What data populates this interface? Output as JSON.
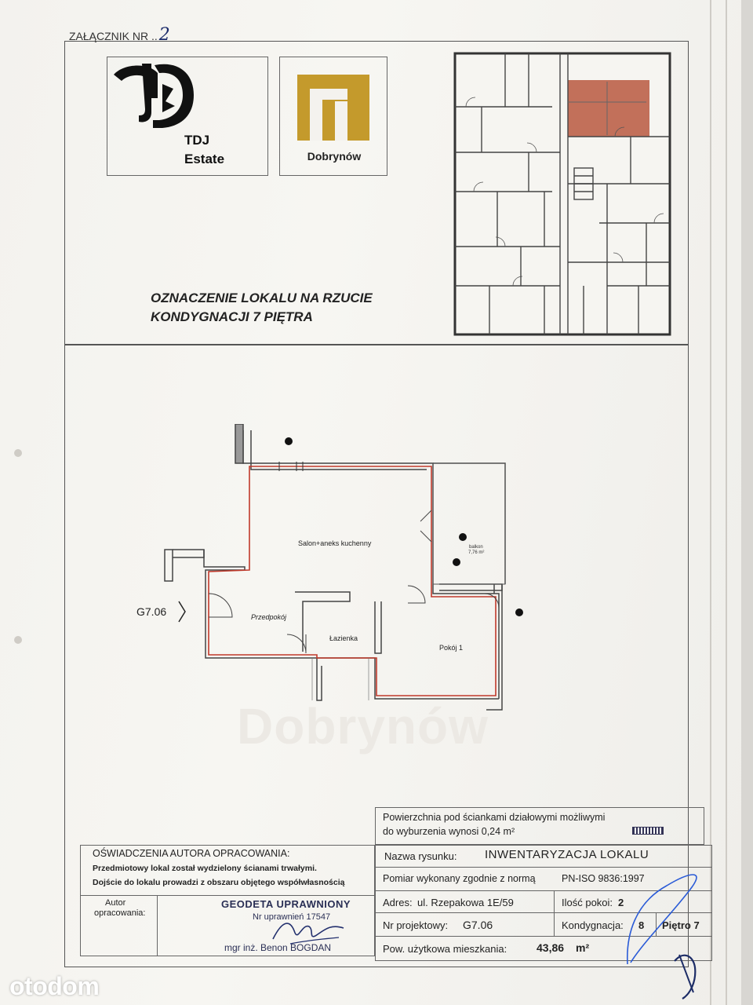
{
  "header": {
    "attachment_label": "ZAŁĄCZNIK NR ..",
    "attachment_number": "2"
  },
  "logos": {
    "tdj_line1": "TDJ",
    "tdj_line2": "Estate",
    "dobrynow": "Dobrynów",
    "dobrynow_color": "#c49a2c"
  },
  "location": {
    "line1": "OZNACZENIE LOKALU NA RZUCIE",
    "line2": "KONDYGNACJI 7 PIĘTRA"
  },
  "plan": {
    "salon_label": "Salon+aneks kuchenny",
    "predpokoj_label": "Przedpokój",
    "lazienka_label": "Łazienka",
    "pokoj_label": "Pokój 1",
    "balcony_label": "balkon",
    "balcony_area": "7,76 m²",
    "unit_code": "G7.06",
    "watermark": "Dobrynów",
    "outline_color": "#c0392b"
  },
  "note": {
    "line1": "Powierzchnia pod ściankami działowymi możliwymi",
    "line2": "do wyburzenia wynosi 0,24 m²"
  },
  "declarations": {
    "title": "OŚWIADCZENIA AUTORA OPRACOWANIA:",
    "line1": "Przedmiotowy lokal został wydzielony ścianami trwałymi.",
    "line2": "Dojście do lokalu prowadzi z obszaru objętego współwłasnością",
    "author_label_1": "Autor",
    "author_label_2": "opracowania:"
  },
  "stamp": {
    "line1": "GEODETA UPRAWNIONY",
    "line2": "Nr uprawnień 17547",
    "line3": "mgr inż. Benon BOGDAN"
  },
  "table": {
    "drawing_name_label": "Nazwa rysunku:",
    "drawing_name_value": "INWENTARYZACJA LOKALU",
    "measurement_label": "Pomiar wykonany zgodnie z normą",
    "measurement_value": "PN-ISO 9836:1997",
    "address_label": "Adres:",
    "address_value": "ul.  Rzepakowa 1E/59",
    "rooms_label": "Ilość pokoi:",
    "rooms_value": "2",
    "project_label": "Nr projektowy:",
    "project_value": "G7.06",
    "storey_label": "Kondygnacja:",
    "storey_value": "8",
    "floor_label": "Piętro 7",
    "area_label": "Pow. użytkowa mieszkania:",
    "area_value": "43,86",
    "area_unit": "m²"
  },
  "watermark": {
    "brand": "otodom"
  }
}
